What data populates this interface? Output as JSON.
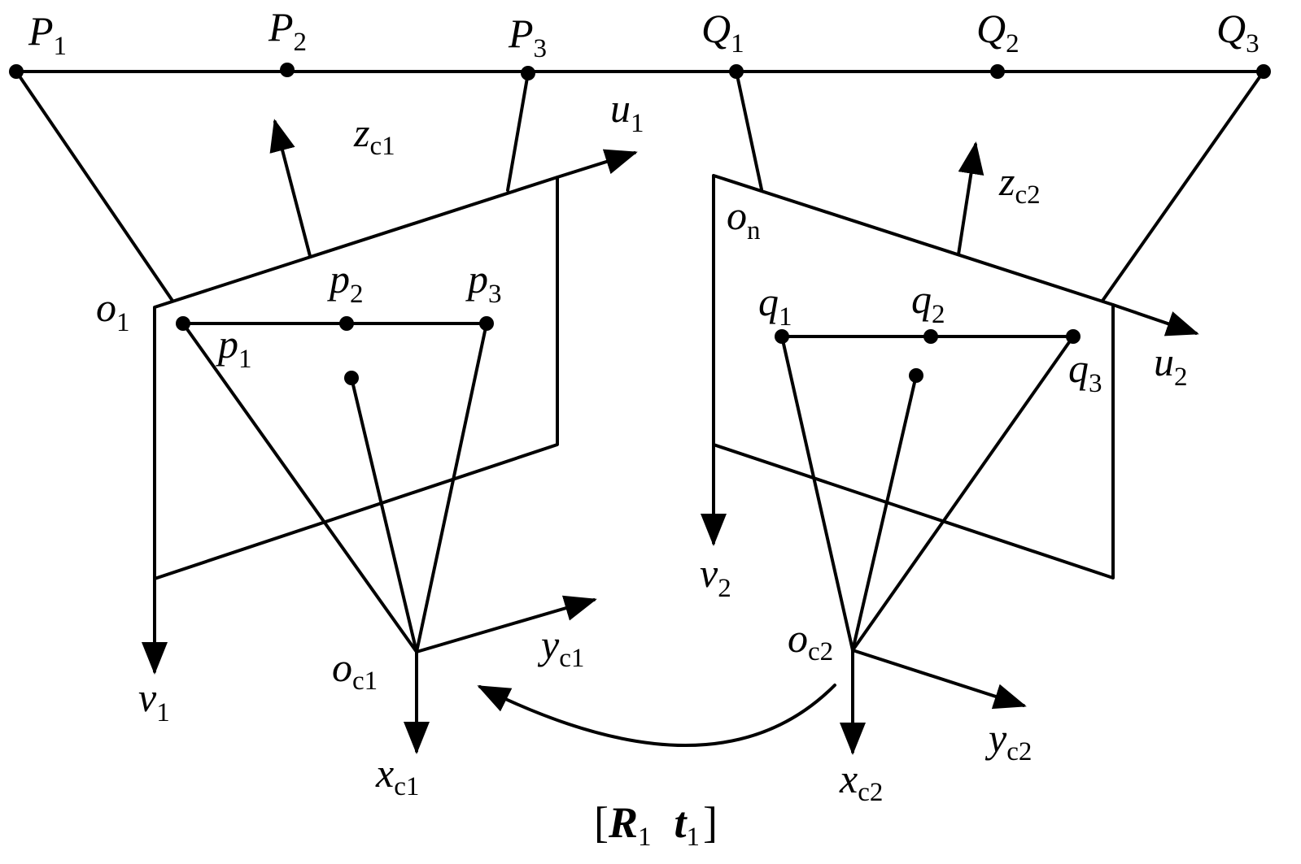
{
  "diagram": {
    "world_points": {
      "P1": {
        "base": "P",
        "sub": "1"
      },
      "P2": {
        "base": "P",
        "sub": "2"
      },
      "P3": {
        "base": "P",
        "sub": "3"
      },
      "Q1": {
        "base": "Q",
        "sub": "1"
      },
      "Q2": {
        "base": "Q",
        "sub": "2"
      },
      "Q3": {
        "base": "Q",
        "sub": "3"
      }
    },
    "image_points": {
      "p1": {
        "base": "p",
        "sub": "1"
      },
      "p2": {
        "base": "p",
        "sub": "2"
      },
      "p3": {
        "base": "p",
        "sub": "3"
      },
      "q1": {
        "base": "q",
        "sub": "1"
      },
      "q2": {
        "base": "q",
        "sub": "2"
      },
      "q3": {
        "base": "q",
        "sub": "3"
      }
    },
    "axes": {
      "zc1": {
        "base": "z",
        "sub": "c1"
      },
      "u1": {
        "base": "u",
        "sub": "1"
      },
      "v1": {
        "base": "v",
        "sub": "1"
      },
      "o1": {
        "base": "o",
        "sub": "1"
      },
      "oc1": {
        "base": "o",
        "sub": "c1"
      },
      "xc1": {
        "base": "x",
        "sub": "c1"
      },
      "yc1": {
        "base": "y",
        "sub": "c1"
      },
      "zc2": {
        "base": "z",
        "sub": "c2"
      },
      "u2": {
        "base": "u",
        "sub": "2"
      },
      "v2": {
        "base": "v",
        "sub": "2"
      },
      "on": {
        "base": "o",
        "sub": "n"
      },
      "oc2": {
        "base": "o",
        "sub": "c2"
      },
      "xc2": {
        "base": "x",
        "sub": "c2"
      },
      "yc2": {
        "base": "y",
        "sub": "c2"
      }
    },
    "transform": {
      "open": "[",
      "R": "R",
      "R_sub": "1",
      "t": "t",
      "t_sub": "1",
      "close": "]"
    }
  }
}
